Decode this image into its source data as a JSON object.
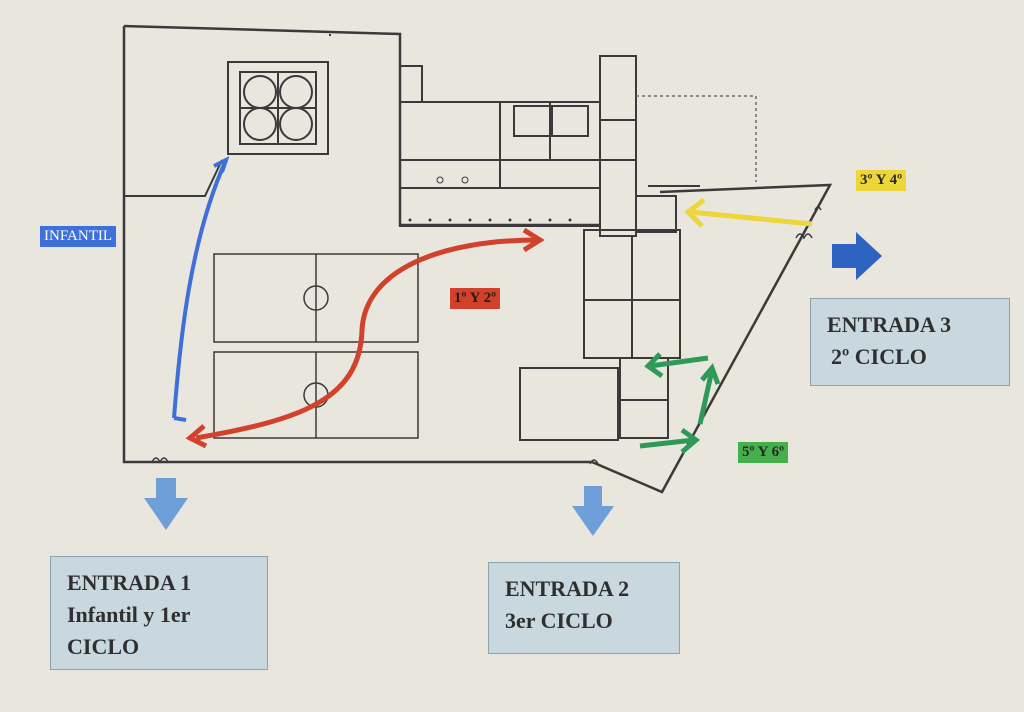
{
  "colors": {
    "background": "#e9e6de",
    "walls": "#3a3a3a",
    "infantil": "#3f6fd9",
    "ciclo1": "#d2412c",
    "ciclo2": "#ecd63a",
    "ciclo3": "#2f9a58",
    "exit_arrow_light": "#6f9fd8",
    "exit_arrow_dark": "#2f63c2",
    "box": "#c9d8df"
  },
  "labels": {
    "infantil": "INFANTIL",
    "ciclo1": "1º Y 2º",
    "ciclo2": "3º Y 4º",
    "ciclo3": "5º Y 6º"
  },
  "entries": [
    {
      "lines": [
        "ENTRADA 1",
        "Infantil y 1er",
        "CICLO"
      ]
    },
    {
      "lines": [
        "ENTRADA 2",
        "3er CICLO"
      ]
    },
    {
      "lines": [
        "ENTRADA 3",
        "2º CICLO"
      ]
    }
  ]
}
